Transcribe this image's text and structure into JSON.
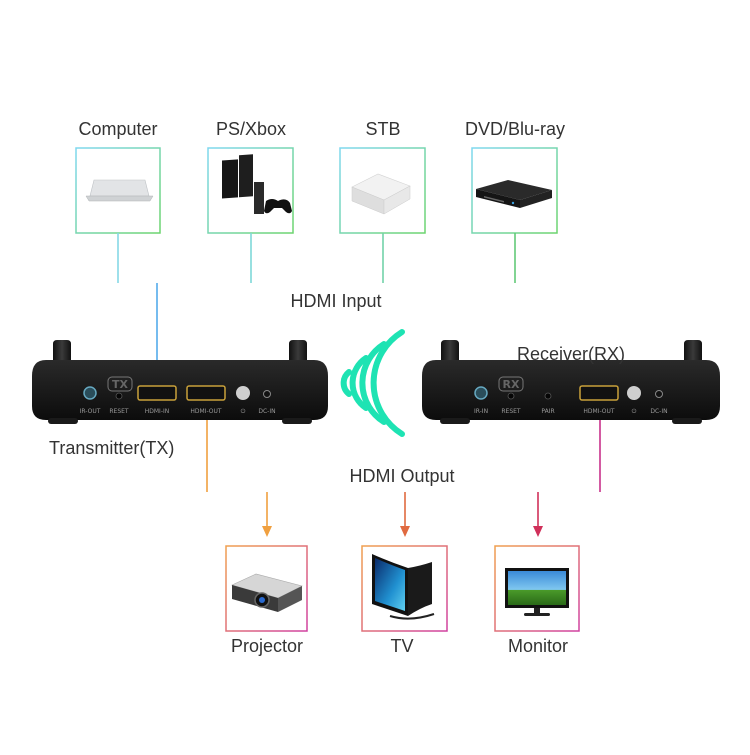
{
  "sources": [
    {
      "label": "Computer",
      "icon": "laptop-icon"
    },
    {
      "label": "PS/Xbox",
      "icon": "game-console-icon"
    },
    {
      "label": "STB",
      "icon": "set-top-box-icon"
    },
    {
      "label": "DVD/Blu-ray",
      "icon": "dvd-player-icon"
    }
  ],
  "input_label": "HDMI Input",
  "output_label": "HDMI Output",
  "transmitter": {
    "label": "Transmitter(TX)",
    "badge": "TX",
    "ports": [
      "IR-OUT",
      "RESET",
      "HDMI-IN",
      "HDMI-OUT",
      "⏻",
      "DC-IN"
    ]
  },
  "receiver": {
    "label": "Receiver(RX)",
    "badge": "RX",
    "ports": [
      "IR-IN",
      "RESET",
      "PAIR",
      "HDMI-OUT",
      "⏻",
      "DC-IN"
    ]
  },
  "outputs": [
    {
      "label": "Projector",
      "icon": "projector-icon"
    },
    {
      "label": "TV",
      "icon": "tv-icon"
    },
    {
      "label": "Monitor",
      "icon": "monitor-icon"
    }
  ],
  "colors": {
    "input_line_a": "#7fd6e8",
    "input_line_b": "#5fc86a",
    "wireless": "#1ee3b3",
    "output_line_a": "#f0a040",
    "output_line_b": "#d0307a",
    "text": "#333333"
  }
}
